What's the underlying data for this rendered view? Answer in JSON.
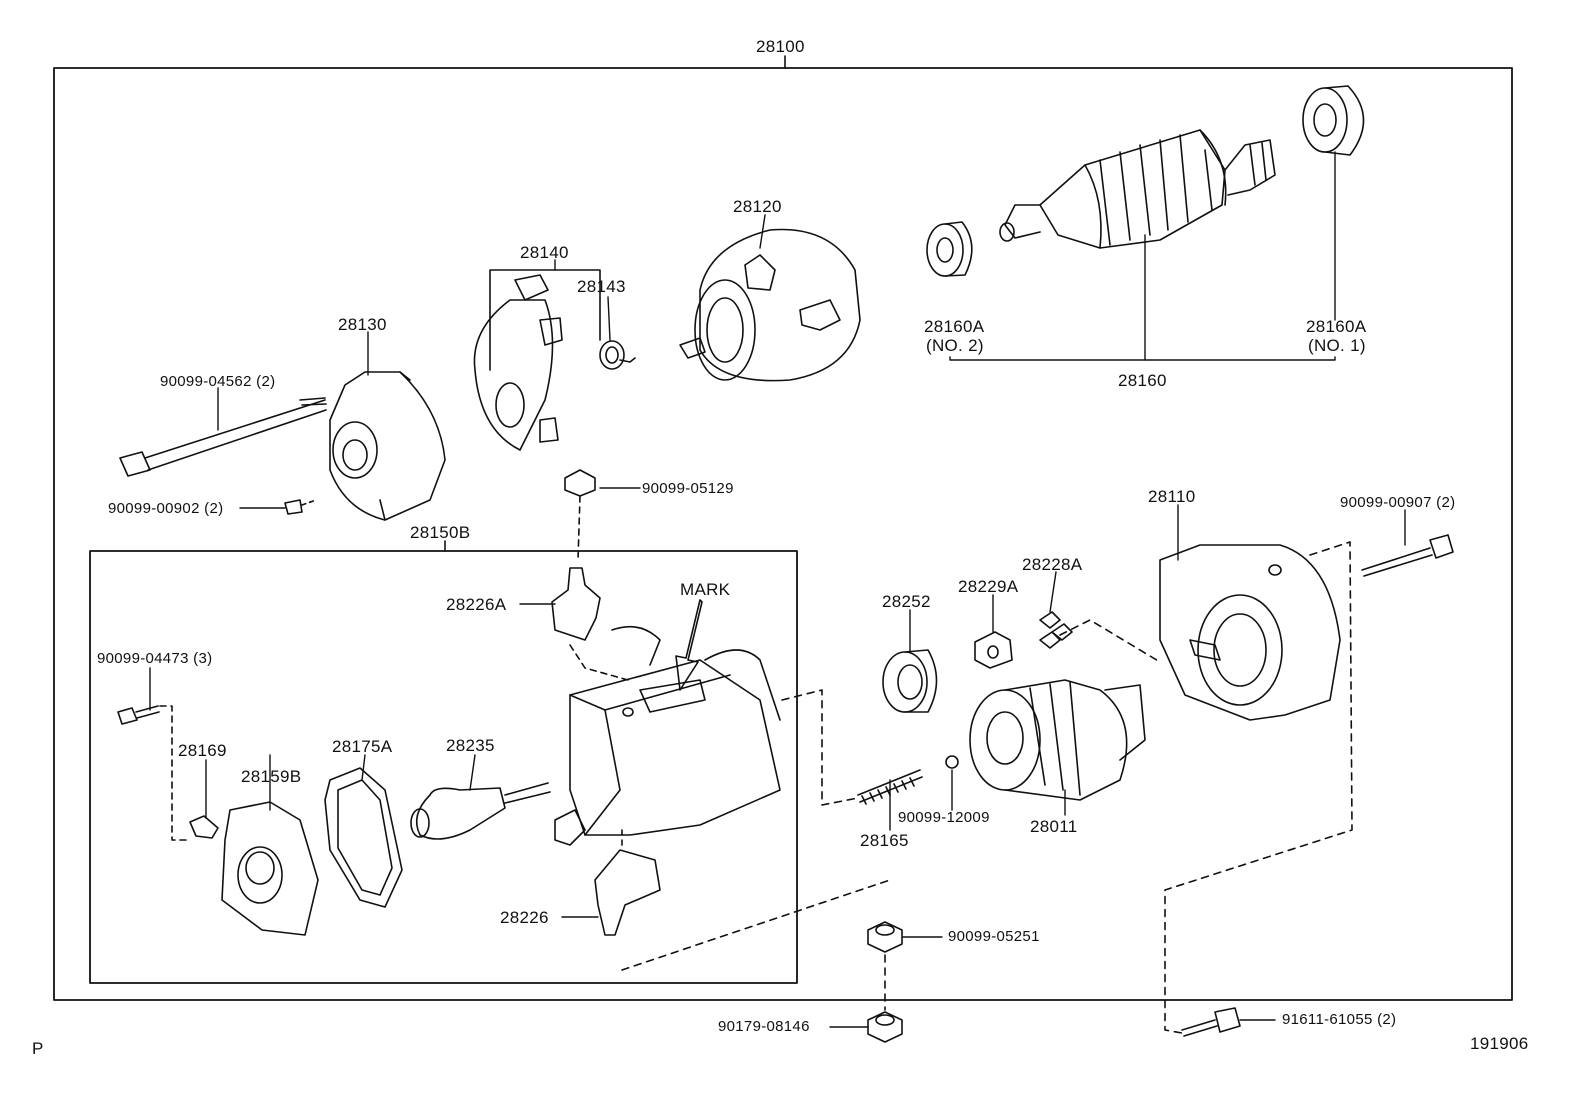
{
  "diagram": {
    "assembly": "28100",
    "sub_assembly": "28150B",
    "corner_left": "P",
    "corner_right": "191906",
    "parts": {
      "p28120": "28120",
      "p28140": "28140",
      "p28143": "28143",
      "p28130": "28130",
      "p28160a_no2": "28160A",
      "p28160a_no2_sub": "(NO. 2)",
      "p28160a_no1": "28160A",
      "p28160a_no1_sub": "(NO. 1)",
      "p28160": "28160",
      "b9009904562": "90099-04562 (2)",
      "b9009900902": "90099-00902 (2)",
      "n9009905129": "90099-05129",
      "p28110": "28110",
      "b9009900907": "90099-00907 (2)",
      "p28226a": "28226A",
      "mark": "MARK",
      "p28252": "28252",
      "p28229a": "28229A",
      "p28228a": "28228A",
      "b9009904473": "90099-04473 (3)",
      "p28169": "28169",
      "p28159b": "28159B",
      "p28175a": "28175A",
      "p28235": "28235",
      "s9009912009": "90099-12009",
      "p28011": "28011",
      "p28165": "28165",
      "p28226": "28226",
      "n9009905251": "90099-05251",
      "n9017908146": "90179-08146",
      "b9161161055": "91611-61055 (2)"
    }
  }
}
